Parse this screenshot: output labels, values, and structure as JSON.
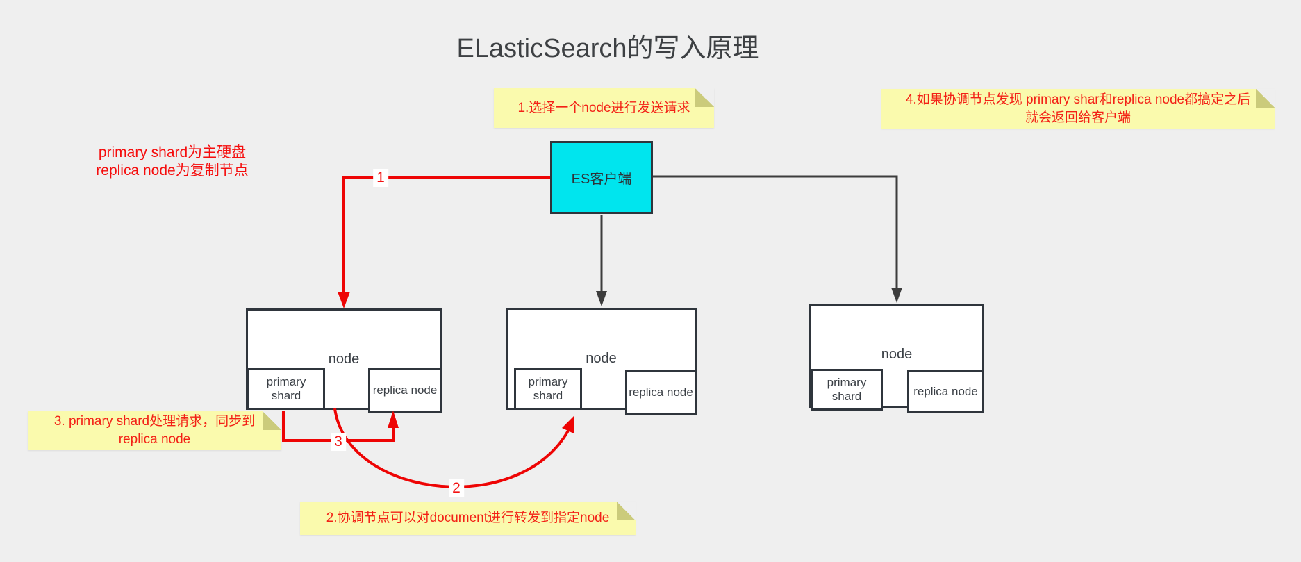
{
  "title": "ELasticSearch的写入原理",
  "annotation": {
    "line1": "primary shard为主硬盘",
    "line2": "replica node为复制节点"
  },
  "notes": {
    "note1": {
      "text": "1.选择一个node进行发送请求"
    },
    "note2": {
      "text": "2.协调节点可以对document进行转发到指定node"
    },
    "note3": {
      "line1": "3. primary shard处理请求，同步到",
      "line2": "replica node"
    },
    "note4": {
      "line1": "4.如果协调节点发现 primary shar和replica node都搞定之后",
      "line2": "就会返回给客户端"
    }
  },
  "client_box": {
    "label": "ES客户端"
  },
  "node_group": {
    "node_label": "node",
    "primary_shard_label": "primary shard",
    "replica_node_label": "replica node"
  },
  "arrow_labels": {
    "step1": "1",
    "step2": "2",
    "step3": "3"
  },
  "colors": {
    "background": "#efefef",
    "note_yellow": "#fafaad",
    "note_fold": "#cbcb7b",
    "client_cyan": "#00e5ee",
    "box_border": "#2f353c",
    "red_accent": "#f10c0c",
    "black_connector": "#3d3d3d"
  }
}
